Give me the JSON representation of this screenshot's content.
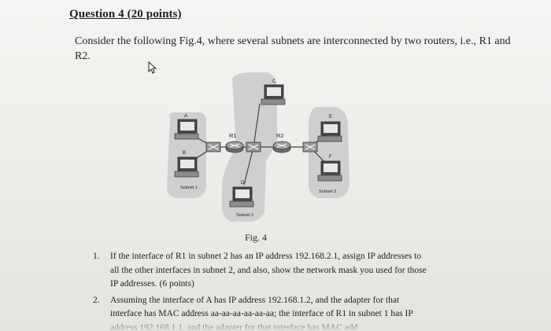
{
  "question": {
    "title": "Question 4 (20 points)",
    "intro": "Consider the following Fig.4, where several subnets are interconnected by two routers, i.e., R1 and R2."
  },
  "figure": {
    "caption": "Fig. 4",
    "routers": [
      "R1",
      "R2"
    ],
    "hosts": [
      "A",
      "B",
      "C",
      "D",
      "E",
      "F"
    ],
    "subnets": [
      "Subnet 1",
      "Subnet 2",
      "Subnet 3"
    ]
  },
  "questions": [
    {
      "number": "1.",
      "text": "If the interface of R1 in subnet 2 has an IP address 192.168.2.1, assign IP addresses to all the other interfaces in subnet 2, and also, show the network mask you used for those IP addresses. (6 points)"
    },
    {
      "number": "2.",
      "text": "Assuming the interface of A has IP address 192.168.1.2, and the adapter for that interface has MAC address aa-aa-aa-aa-aa-aa; the interface of R1 in subnet 1 has IP address 192.168.1.1, and the adapter for that interface has MAC add"
    }
  ]
}
